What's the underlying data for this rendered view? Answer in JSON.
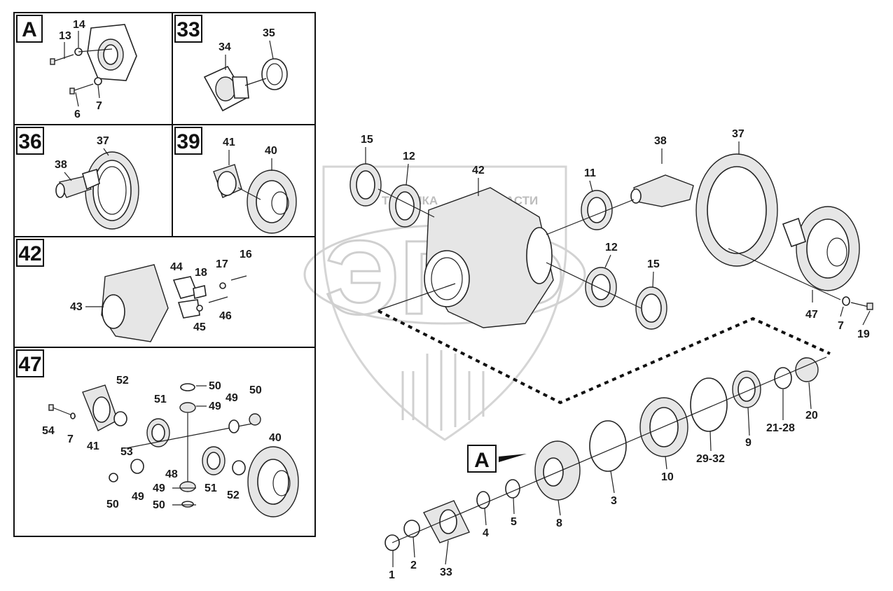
{
  "watermark": {
    "main": "ЭПФ",
    "left": "ТЕХНИКА",
    "right": "ЗАПЧАСТИ"
  },
  "panels": {
    "A": {
      "label": "A",
      "callouts": {
        "c13": "13",
        "c14": "14",
        "c6": "6",
        "c7": "7"
      }
    },
    "p33": {
      "label": "33",
      "callouts": {
        "c34": "34",
        "c35": "35"
      }
    },
    "p36": {
      "label": "36",
      "callouts": {
        "c37": "37",
        "c38": "38"
      }
    },
    "p39": {
      "label": "39",
      "callouts": {
        "c41": "41",
        "c40": "40"
      }
    },
    "p42": {
      "label": "42",
      "callouts": {
        "c43": "43",
        "c44": "44",
        "c18": "18",
        "c17": "17",
        "c16": "16",
        "c45": "45",
        "c46": "46"
      }
    },
    "p47": {
      "label": "47",
      "callouts": {
        "c54": "54",
        "c7": "7",
        "c41": "41",
        "c52a": "52",
        "c53": "53",
        "c51a": "51",
        "c50a": "50",
        "c49a": "49",
        "c49b": "49",
        "c50b": "50",
        "c48": "48",
        "c49c": "49",
        "c50c": "50",
        "c50d": "50",
        "c49d": "49",
        "c51b": "51",
        "c52b": "52",
        "c40": "40"
      }
    }
  },
  "main": {
    "callouts": {
      "c15a": "15",
      "c12a": "12",
      "c42": "42",
      "c11": "11",
      "c38": "38",
      "c37": "37",
      "c12b": "12",
      "c15b": "15",
      "c47": "47",
      "c7": "7",
      "c19": "19",
      "cA": "A",
      "c20": "20",
      "c2128": "21-28",
      "c9": "9",
      "c2932": "29-32",
      "c10": "10",
      "c3": "3",
      "c8": "8",
      "c5": "5",
      "c4": "4",
      "c33": "33",
      "c2": "2",
      "c1": "1"
    }
  }
}
